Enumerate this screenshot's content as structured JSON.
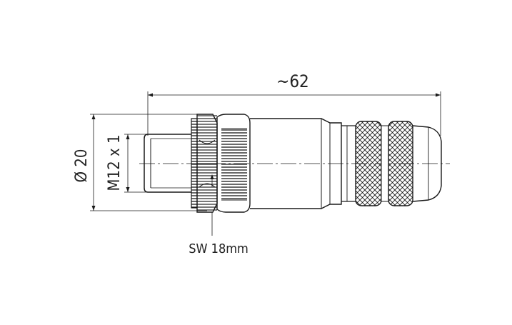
{
  "dimensions": {
    "length": "~62",
    "diameter": "Ø 20",
    "thread": "M12 x 1",
    "wrench_size": "SW 18mm"
  },
  "colors": {
    "line": "#1a1a1a",
    "background": "#ffffff"
  }
}
